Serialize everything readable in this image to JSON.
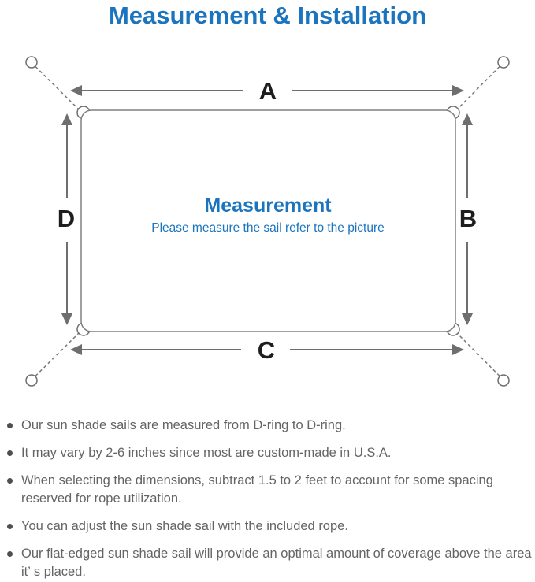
{
  "title": "Measurement & Installation",
  "colors": {
    "accent_blue": "#1b74be",
    "line_gray": "#6e6e6e",
    "letter_black": "#1d1d1d",
    "body_text_gray": "#646464"
  },
  "diagram": {
    "labels": {
      "top": "A",
      "right": "B",
      "bottom": "C",
      "left": "D"
    },
    "center_title": "Measurement",
    "center_subtitle": "Please measure the sail refer to the picture"
  },
  "bullets": [
    "Our sun shade sails are measured from D-ring to D-ring.",
    "It may vary by 2-6 inches since most are custom-made in U.S.A.",
    "When selecting the dimensions, subtract 1.5 to 2 feet to account for some spacing reserved for rope utilization.",
    "You can adjust the sun shade sail with the included rope.",
    "Our flat-edged sun shade sail will provide an optimal amount of coverage above the area it’ s placed."
  ]
}
